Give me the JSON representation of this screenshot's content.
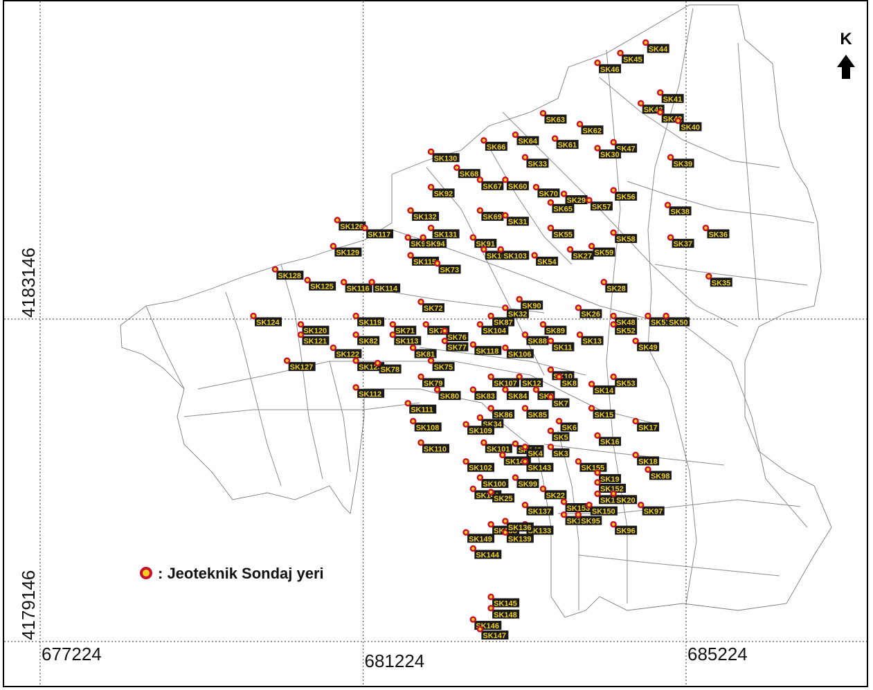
{
  "legend": {
    "text": ": Jeoteknik Sondaj yeri",
    "marker_fill": "#f2d11c",
    "marker_stroke": "#c8102e"
  },
  "north": {
    "letter": "K"
  },
  "axes": {
    "x_ticks": [
      "677224",
      "681224",
      "685224"
    ],
    "y_ticks": [
      "4183146",
      "4179146"
    ]
  },
  "colors": {
    "label_bg": "#1a1a1a",
    "label_text": "#f2d11c",
    "map_lines": "#7a7a7a"
  },
  "points": [
    {
      "id": "SK44",
      "x": 684724,
      "y": 4186575
    },
    {
      "id": "SK45",
      "x": 684410,
      "y": 4186445
    },
    {
      "id": "SK46",
      "x": 684127,
      "y": 4186324
    },
    {
      "id": "SK41",
      "x": 684904,
      "y": 4185955
    },
    {
      "id": "SK43",
      "x": 684664,
      "y": 4185822
    },
    {
      "id": "SK42",
      "x": 684904,
      "y": 4185710
    },
    {
      "id": "SK40",
      "x": 685125,
      "y": 4185605
    },
    {
      "id": "SK63",
      "x": 683453,
      "y": 4185699
    },
    {
      "id": "SK62",
      "x": 683908,
      "y": 4185564
    },
    {
      "id": "SK64",
      "x": 683110,
      "y": 4185432
    },
    {
      "id": "SK61",
      "x": 683600,
      "y": 4185385
    },
    {
      "id": "SK66",
      "x": 682719,
      "y": 4185362
    },
    {
      "id": "SK47",
      "x": 684325,
      "y": 4185339
    },
    {
      "id": "SK30",
      "x": 684127,
      "y": 4185266
    },
    {
      "id": "SK130",
      "x": 682065,
      "y": 4185221
    },
    {
      "id": "SK33",
      "x": 683230,
      "y": 4185152
    },
    {
      "id": "SK39",
      "x": 685032,
      "y": 4185152
    },
    {
      "id": "SK68",
      "x": 682384,
      "y": 4185024
    },
    {
      "id": "SK67",
      "x": 682672,
      "y": 4184873
    },
    {
      "id": "SK60",
      "x": 682985,
      "y": 4184873
    },
    {
      "id": "SK92",
      "x": 682065,
      "y": 4184782
    },
    {
      "id": "SK70",
      "x": 683367,
      "y": 4184782
    },
    {
      "id": "SK29",
      "x": 683711,
      "y": 4184699
    },
    {
      "id": "SK57",
      "x": 684023,
      "y": 4184620
    },
    {
      "id": "SK56",
      "x": 684325,
      "y": 4184743
    },
    {
      "id": "SK38",
      "x": 684997,
      "y": 4184560
    },
    {
      "id": "SK132",
      "x": 681812,
      "y": 4184493
    },
    {
      "id": "SK69",
      "x": 682672,
      "y": 4184493
    },
    {
      "id": "SK31",
      "x": 682985,
      "y": 4184432
    },
    {
      "id": "SK65",
      "x": 683547,
      "y": 4184591
    },
    {
      "id": "SK126",
      "x": 680905,
      "y": 4184373
    },
    {
      "id": "SK117",
      "x": 681246,
      "y": 4184276
    },
    {
      "id": "SK131",
      "x": 682065,
      "y": 4184276
    },
    {
      "id": "SK36",
      "x": 685468,
      "y": 4184276
    },
    {
      "id": "SK55",
      "x": 683547,
      "y": 4184276
    },
    {
      "id": "SK58",
      "x": 684325,
      "y": 4184218
    },
    {
      "id": "SK37",
      "x": 685032,
      "y": 4184158
    },
    {
      "id": "SK93",
      "x": 681779,
      "y": 4184158
    },
    {
      "id": "SK94",
      "x": 681967,
      "y": 4184158
    },
    {
      "id": "SK91",
      "x": 682586,
      "y": 4184158
    },
    {
      "id": "SK105",
      "x": 682719,
      "y": 4184010
    },
    {
      "id": "SK103",
      "x": 682928,
      "y": 4184010
    },
    {
      "id": "SK129",
      "x": 680854,
      "y": 4184050
    },
    {
      "id": "SK27",
      "x": 683788,
      "y": 4184010
    },
    {
      "id": "SK59",
      "x": 684054,
      "y": 4184050
    },
    {
      "id": "SK115",
      "x": 681812,
      "y": 4183937
    },
    {
      "id": "SK54",
      "x": 683347,
      "y": 4183937
    },
    {
      "id": "SK73",
      "x": 682142,
      "y": 4183837
    },
    {
      "id": "SK128",
      "x": 680134,
      "y": 4183763
    },
    {
      "id": "SK125",
      "x": 680535,
      "y": 4183629
    },
    {
      "id": "SK116",
      "x": 680985,
      "y": 4183604
    },
    {
      "id": "SK114",
      "x": 681332,
      "y": 4183604
    },
    {
      "id": "SK28",
      "x": 684206,
      "y": 4183604
    },
    {
      "id": "SK35",
      "x": 685505,
      "y": 4183676
    },
    {
      "id": "SK90",
      "x": 683159,
      "y": 4183392
    },
    {
      "id": "SK72",
      "x": 681940,
      "y": 4183359
    },
    {
      "id": "SK32",
      "x": 682985,
      "y": 4183286
    },
    {
      "id": "SK26",
      "x": 683890,
      "y": 4183286
    },
    {
      "id": "SK48",
      "x": 684325,
      "y": 4183185
    },
    {
      "id": "SK51",
      "x": 684752,
      "y": 4183185
    },
    {
      "id": "SK50",
      "x": 684976,
      "y": 4183185
    },
    {
      "id": "SK124",
      "x": 679865,
      "y": 4183185
    },
    {
      "id": "SK119",
      "x": 681135,
      "y": 4183185
    },
    {
      "id": "SK87",
      "x": 682807,
      "y": 4183185
    },
    {
      "id": "SK52",
      "x": 684325,
      "y": 4183080
    },
    {
      "id": "SK71",
      "x": 681591,
      "y": 4183080
    },
    {
      "id": "SK74",
      "x": 682002,
      "y": 4183080
    },
    {
      "id": "SK104",
      "x": 682672,
      "y": 4183080
    },
    {
      "id": "SK89",
      "x": 683453,
      "y": 4183080
    },
    {
      "id": "SK120",
      "x": 680452,
      "y": 4183080
    },
    {
      "id": "SK76",
      "x": 682235,
      "y": 4183000
    },
    {
      "id": "SK121",
      "x": 680452,
      "y": 4182952
    },
    {
      "id": "SK82",
      "x": 681135,
      "y": 4182952
    },
    {
      "id": "SK113",
      "x": 681591,
      "y": 4182952
    },
    {
      "id": "SK88",
      "x": 683230,
      "y": 4182952
    },
    {
      "id": "SK11",
      "x": 683547,
      "y": 4182875
    },
    {
      "id": "SK13",
      "x": 683908,
      "y": 4182952
    },
    {
      "id": "SK49",
      "x": 684599,
      "y": 4182875
    },
    {
      "id": "SK77",
      "x": 682235,
      "y": 4182875
    },
    {
      "id": "SK118",
      "x": 682586,
      "y": 4182830
    },
    {
      "id": "SK106",
      "x": 682985,
      "y": 4182790
    },
    {
      "id": "SK81",
      "x": 681842,
      "y": 4182790
    },
    {
      "id": "SK122",
      "x": 680854,
      "y": 4182790
    },
    {
      "id": "SK127",
      "x": 680282,
      "y": 4182630
    },
    {
      "id": "SK123",
      "x": 681135,
      "y": 4182630
    },
    {
      "id": "SK78",
      "x": 681405,
      "y": 4182600
    },
    {
      "id": "SK75",
      "x": 682065,
      "y": 4182630
    },
    {
      "id": "SK10",
      "x": 683547,
      "y": 4182517
    },
    {
      "id": "SK8",
      "x": 683651,
      "y": 4182430
    },
    {
      "id": "SK53",
      "x": 684325,
      "y": 4182430
    },
    {
      "id": "SK12",
      "x": 683159,
      "y": 4182430
    },
    {
      "id": "SK107",
      "x": 682807,
      "y": 4182430
    },
    {
      "id": "SK79",
      "x": 681940,
      "y": 4182430
    },
    {
      "id": "SK14",
      "x": 684054,
      "y": 4182340
    },
    {
      "id": "SK112",
      "x": 681135,
      "y": 4182298
    },
    {
      "id": "SK83",
      "x": 682586,
      "y": 4182271
    },
    {
      "id": "SK84",
      "x": 682985,
      "y": 4182271
    },
    {
      "id": "SK80",
      "x": 682142,
      "y": 4182271
    },
    {
      "id": "SK9",
      "x": 683367,
      "y": 4182271
    },
    {
      "id": "SK7",
      "x": 683547,
      "y": 4182180
    },
    {
      "id": "SK111",
      "x": 681779,
      "y": 4182102
    },
    {
      "id": "SK15",
      "x": 684054,
      "y": 4182040
    },
    {
      "id": "SK86",
      "x": 682807,
      "y": 4182040
    },
    {
      "id": "SK85",
      "x": 683230,
      "y": 4182040
    },
    {
      "id": "SK34",
      "x": 682672,
      "y": 4181924
    },
    {
      "id": "SK108",
      "x": 681843,
      "y": 4181880
    },
    {
      "id": "SK109",
      "x": 682498,
      "y": 4181840
    },
    {
      "id": "SK6",
      "x": 683651,
      "y": 4181880
    },
    {
      "id": "SK17",
      "x": 684599,
      "y": 4181880
    },
    {
      "id": "SK5",
      "x": 683547,
      "y": 4181760
    },
    {
      "id": "SK16",
      "x": 684127,
      "y": 4181702
    },
    {
      "id": "SK110",
      "x": 681940,
      "y": 4181614
    },
    {
      "id": "SK101",
      "x": 682719,
      "y": 4181614
    },
    {
      "id": "SK142",
      "x": 683110,
      "y": 4181600
    },
    {
      "id": "SK4",
      "x": 683230,
      "y": 4181560
    },
    {
      "id": "SK3",
      "x": 683547,
      "y": 4181560
    },
    {
      "id": "SK141",
      "x": 682950,
      "y": 4181460
    },
    {
      "id": "SK102",
      "x": 682498,
      "y": 4181380
    },
    {
      "id": "SK143",
      "x": 683230,
      "y": 4181380
    },
    {
      "id": "SK155",
      "x": 683890,
      "y": 4181380
    },
    {
      "id": "SK18",
      "x": 684599,
      "y": 4181460
    },
    {
      "id": "SK98",
      "x": 684752,
      "y": 4181280
    },
    {
      "id": "SK100",
      "x": 682672,
      "y": 4181180
    },
    {
      "id": "SK99",
      "x": 683110,
      "y": 4181180
    },
    {
      "id": "SK19",
      "x": 684127,
      "y": 4181240
    },
    {
      "id": "SK152",
      "x": 684127,
      "y": 4181120
    },
    {
      "id": "SK140",
      "x": 682586,
      "y": 4181040
    },
    {
      "id": "SK25",
      "x": 682807,
      "y": 4181000
    },
    {
      "id": "SK22",
      "x": 683453,
      "y": 4181040
    },
    {
      "id": "SK151",
      "x": 684127,
      "y": 4180980
    },
    {
      "id": "SK20",
      "x": 684325,
      "y": 4180980
    },
    {
      "id": "SK153",
      "x": 683711,
      "y": 4180880
    },
    {
      "id": "SK150",
      "x": 684023,
      "y": 4180840
    },
    {
      "id": "SK97",
      "x": 684664,
      "y": 4180840
    },
    {
      "id": "SK137",
      "x": 683230,
      "y": 4180840
    },
    {
      "id": "SK154",
      "x": 683711,
      "y": 4180720
    },
    {
      "id": "SK95",
      "x": 683889,
      "y": 4180720
    },
    {
      "id": "SK96",
      "x": 684325,
      "y": 4180600
    },
    {
      "id": "SK138",
      "x": 682807,
      "y": 4180600
    },
    {
      "id": "SK139",
      "x": 682985,
      "y": 4180500
    },
    {
      "id": "SK133",
      "x": 683230,
      "y": 4180600
    },
    {
      "id": "SK136",
      "x": 682985,
      "y": 4180640
    },
    {
      "id": "SK149",
      "x": 682498,
      "y": 4180500
    },
    {
      "id": "SK144",
      "x": 682586,
      "y": 4180300
    },
    {
      "id": "SK145",
      "x": 682807,
      "y": 4179700
    },
    {
      "id": "SK148",
      "x": 682807,
      "y": 4179560
    },
    {
      "id": "SK146",
      "x": 682586,
      "y": 4179420
    },
    {
      "id": "SK147",
      "x": 682672,
      "y": 4179300
    }
  ]
}
